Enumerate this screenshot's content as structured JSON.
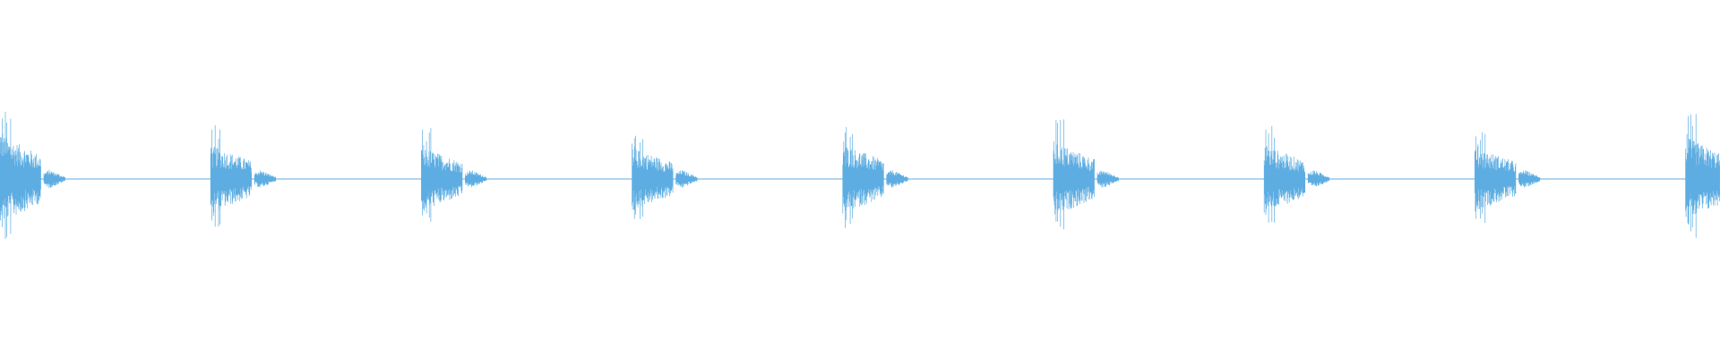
{
  "waveform": {
    "color": "#5dade2",
    "background": "#ffffff",
    "burst_count": 9,
    "burst_interval_fraction": 0.1225,
    "burst_peaks": [
      0.95,
      0.72,
      0.68,
      0.66,
      0.74,
      0.8,
      0.72,
      0.68,
      0.9
    ]
  }
}
